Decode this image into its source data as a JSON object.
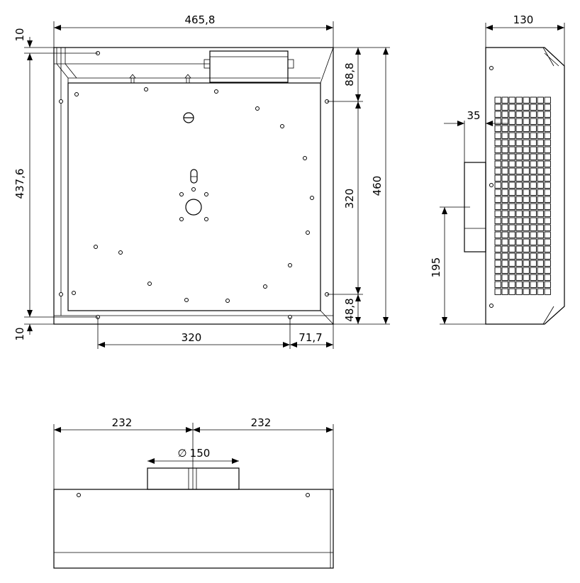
{
  "dimensions": {
    "front_width": "465,8",
    "top_offset": "10",
    "bottom_offset": "10",
    "inner_height": "437,6",
    "upper_margin": "88,8",
    "hole_spacing_v": "320",
    "lower_margin": "48,8",
    "total_height": "460",
    "hole_spacing_h": "320",
    "right_margin": "71,7",
    "side_depth": "130",
    "duct_offset": "35",
    "duct_height": "195",
    "bottom_left_half": "232",
    "bottom_right_half": "232",
    "duct_diameter": "150",
    "diameter_symbol": "∅"
  }
}
